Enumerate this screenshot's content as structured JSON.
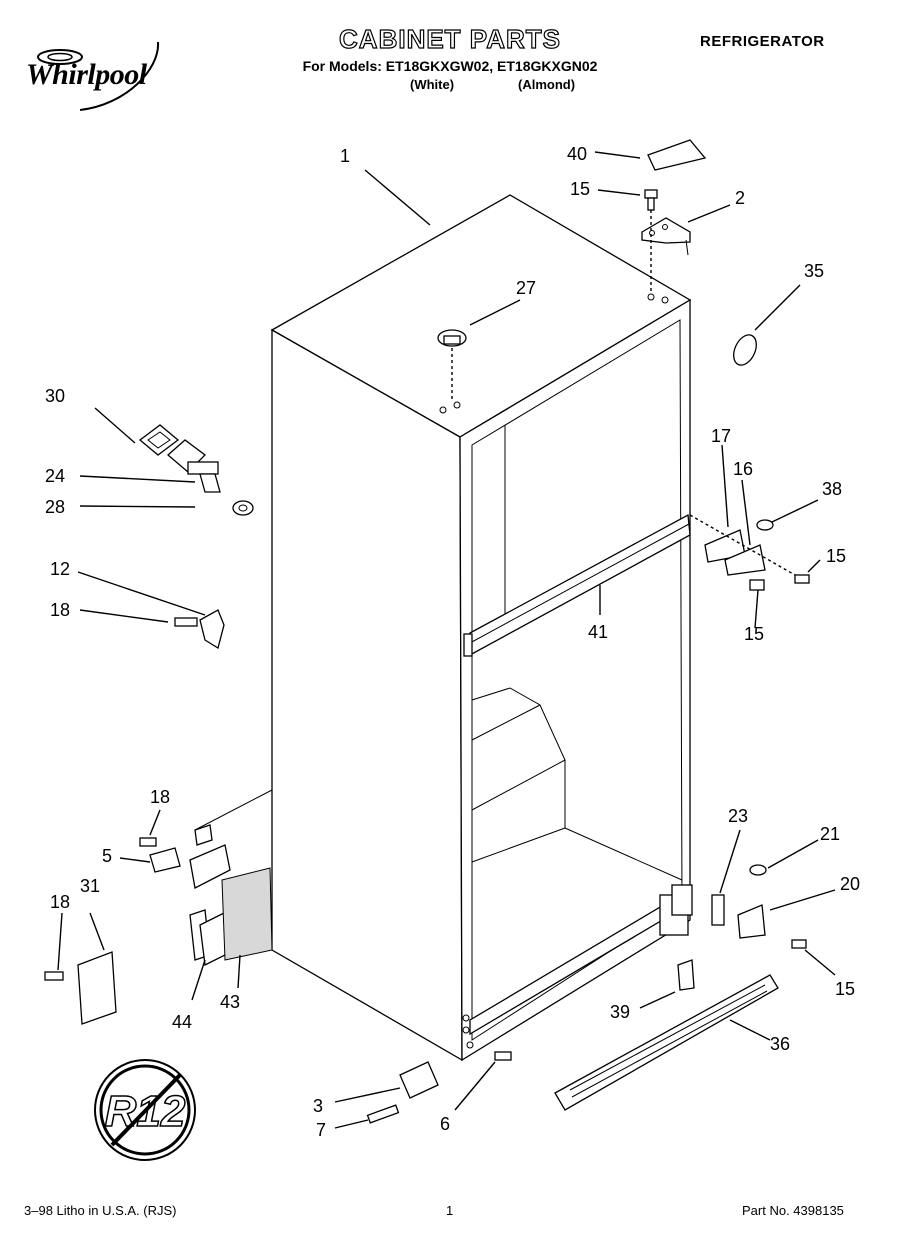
{
  "header": {
    "title": "CABINET PARTS",
    "models": "For Models: ET18GKXGW02, ET18GKXGN02",
    "color_white": "(White)",
    "color_almond": "(Almond)",
    "category": "REFRIGERATOR",
    "brand": "Whirlpool"
  },
  "labels": {
    "p1": "1",
    "p2": "2",
    "p3": "3",
    "p5": "5",
    "p6": "6",
    "p7": "7",
    "p12": "12",
    "p15a": "15",
    "p15b": "15",
    "p15c": "15",
    "p15d": "15",
    "p16": "16",
    "p17": "17",
    "p18a": "18",
    "p18b": "18",
    "p18c": "18",
    "p20": "20",
    "p21": "21",
    "p23": "23",
    "p24": "24",
    "p27": "27",
    "p28": "28",
    "p30": "30",
    "p31": "31",
    "p35": "35",
    "p36": "36",
    "p38": "38",
    "p39": "39",
    "p40": "40",
    "p41": "41",
    "p43": "43",
    "p44": "44"
  },
  "badge": {
    "text": "R12"
  },
  "footer": {
    "left": "3–98 Litho in U.S.A. (RJS)",
    "page": "1",
    "part_number": "Part No. 4398135"
  }
}
